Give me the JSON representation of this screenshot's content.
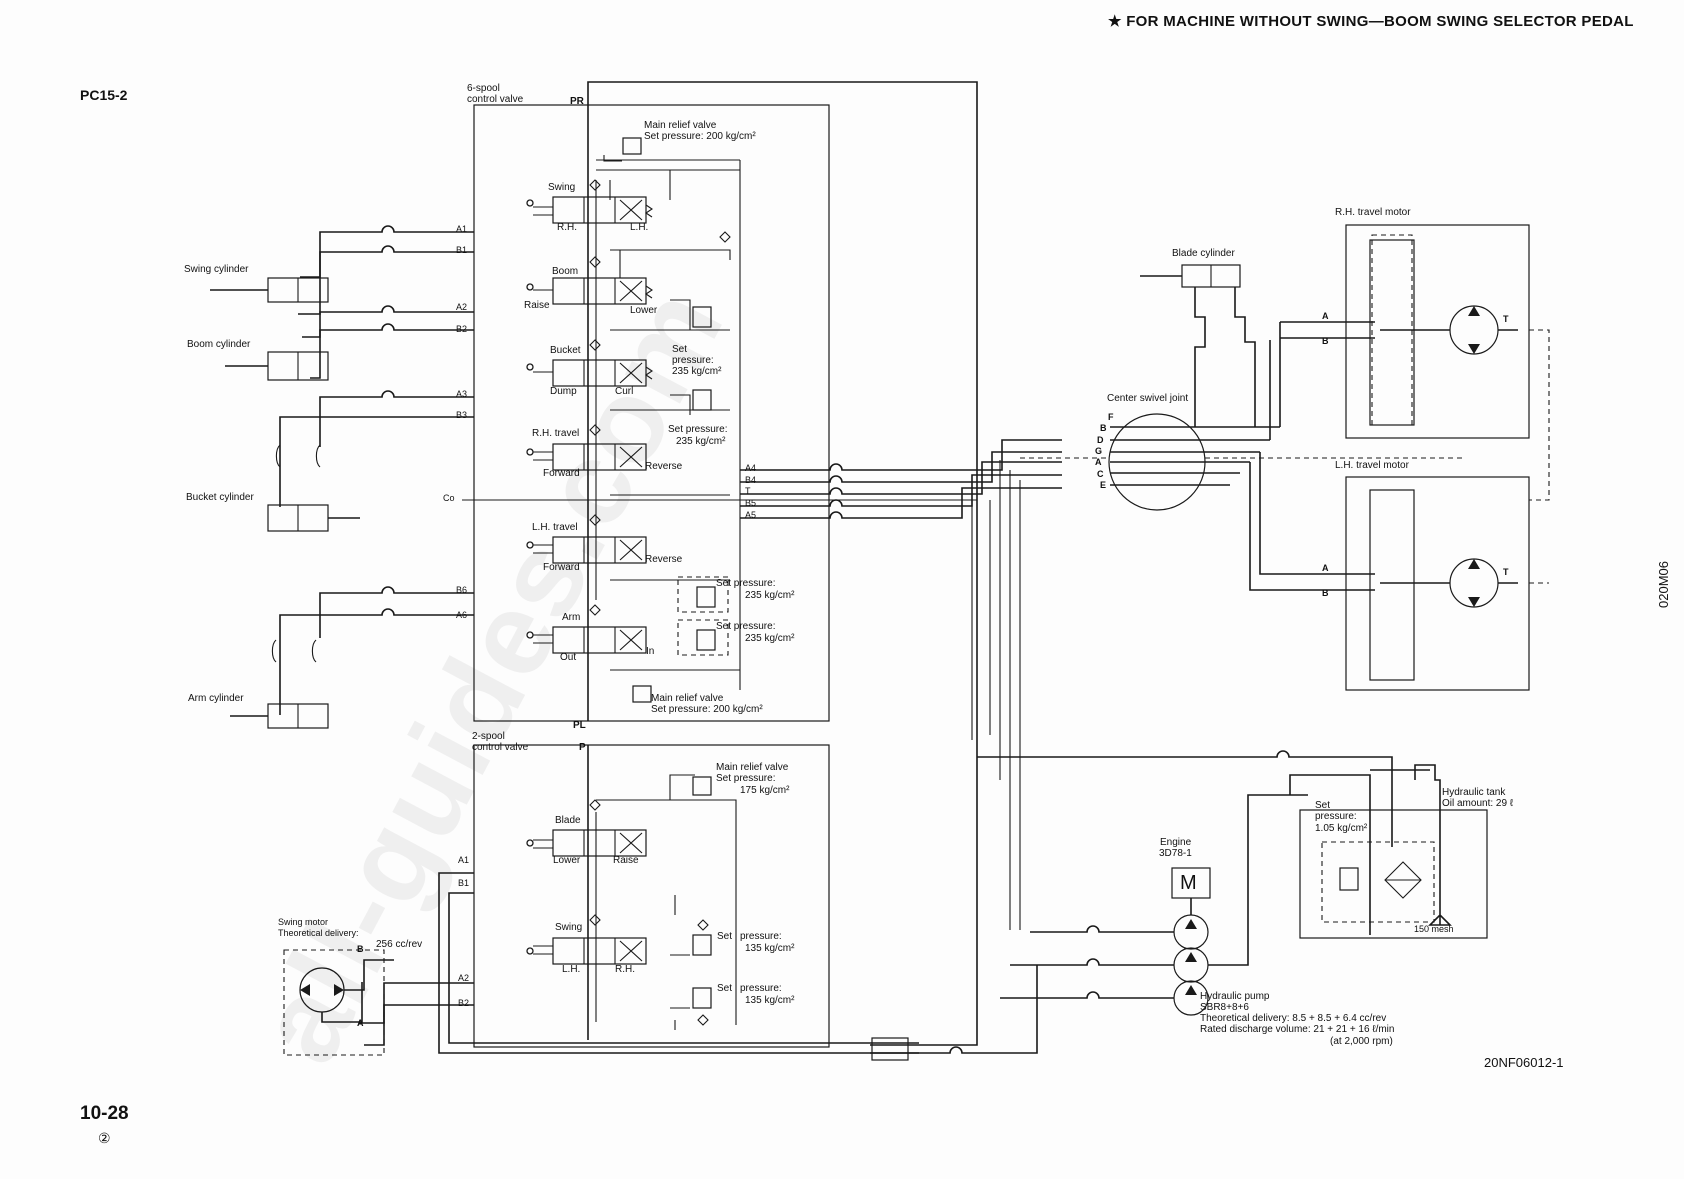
{
  "header_note": "★ FOR MACHINE WITHOUT SWING—BOOM SWING SELECTOR PEDAL",
  "model": "PC15-2",
  "side_code": "020M06",
  "drawing_number": "20NF06012-1",
  "page_number": "10-28",
  "page_revision": "②",
  "watermark": "all-guides.com",
  "six_spool": {
    "title_line1": "6-spool",
    "title_line2": "control valve",
    "port_pr": "PR",
    "port_pl": "PL",
    "main_relief_top": {
      "line1": "Main relief valve",
      "line2": "Set pressure:  200 kg/cm²"
    },
    "main_relief_bottom": {
      "line1": "Main relief valve",
      "line2": "Set pressure:  200 kg/cm²"
    },
    "spools": {
      "swing": {
        "name": "Swing",
        "left": "R.H.",
        "right": "L.H."
      },
      "boom": {
        "name": "Boom",
        "left": "Raise",
        "right": "Lower"
      },
      "bucket": {
        "name": "Bucket",
        "left": "Dump",
        "right": "Curl"
      },
      "rh_travel": {
        "name": "R.H. travel",
        "left": "Forward",
        "right": "Reverse"
      },
      "lh_travel": {
        "name": "L.H. travel",
        "left": "Forward",
        "right": "Reverse"
      },
      "arm": {
        "name": "Arm",
        "left": "Out",
        "right": "In"
      }
    },
    "boom_relief": {
      "line1": "Set",
      "line2": "pressure:",
      "line3": "235 kg/cm²"
    },
    "bucket_relief": {
      "line1": "Set pressure:",
      "line2": "235 kg/cm²"
    },
    "arm_relief_1": {
      "line1": "Set  pressure:",
      "line2": "235 kg/cm²"
    },
    "arm_relief_2": {
      "line1": "Set  pressure:",
      "line2": "235 kg/cm²"
    },
    "ports_left": {
      "a1": "A1",
      "b1": "B1",
      "a2": "A2",
      "b2": "B2",
      "a3": "A3",
      "b3": "B3",
      "co": "Co",
      "b6": "B6",
      "a6": "A6"
    },
    "ports_right": {
      "a4": "A4",
      "b4": "B4",
      "t": "T",
      "b5": "B5",
      "a5": "A5"
    }
  },
  "two_spool": {
    "title_line1": "2-spool",
    "title_line2": "control valve",
    "port_p": "P",
    "main_relief": {
      "line1": "Main relief valve",
      "line2": "Set pressure:",
      "line3": "175 kg/cm²"
    },
    "spools": {
      "blade": {
        "name": "Blade",
        "left": "Lower",
        "right": "Raise"
      },
      "swing": {
        "name": "Swing",
        "left": "L.H.",
        "right": "R.H."
      }
    },
    "relief_1": {
      "line1": "Set",
      "line2": "pressure:",
      "line3": "135 kg/cm²"
    },
    "relief_2": {
      "line1": "Set",
      "line2": "pressure:",
      "line3": "135 kg/cm²"
    },
    "ports": {
      "a1": "A1",
      "b1": "B1",
      "a2": "A2",
      "b2": "B2"
    }
  },
  "cylinders": {
    "swing": "Swing cylinder",
    "boom": "Boom cylinder",
    "bucket": "Bucket cylinder",
    "arm": "Arm cylinder",
    "blade": "Blade cylinder"
  },
  "swing_motor": {
    "line1": "Swing motor",
    "line2": "Theoretical delivery:",
    "line3": "256 cc/rev",
    "port_a": "A",
    "port_b": "B"
  },
  "center_swivel": {
    "title": "Center swivel joint",
    "ports": [
      "F",
      "B",
      "D",
      "G",
      "A",
      "C",
      "E"
    ]
  },
  "rh_travel_motor": {
    "title": "R.H. travel motor",
    "port_a": "A",
    "port_b": "B",
    "port_t": "T"
  },
  "lh_travel_motor": {
    "title": "L.H. travel motor",
    "port_a": "A",
    "port_b": "B",
    "port_t": "T"
  },
  "tank": {
    "title": "Hydraulic tank",
    "oil": "Oil amount:  29 ℓ",
    "set_line1": "Set",
    "set_line2": "pressure:",
    "set_line3": "1.05 kg/cm²",
    "strainer": "150 mesh"
  },
  "engine": {
    "title": "Engine",
    "model": "3D78-1",
    "symbol": "M"
  },
  "pump": {
    "title": "Hydraulic pump",
    "model": "SBR8+8+6",
    "delivery": "Theoretical delivery:  8.5 + 8.5 + 6.4 cc/rev",
    "rated": "Rated discharge volume:  21 + 21 + 16 ℓ/min",
    "rpm": "(at 2,000 rpm)"
  },
  "colors": {
    "ink": "#1a1a1a",
    "paper": "#fdfdfd"
  }
}
